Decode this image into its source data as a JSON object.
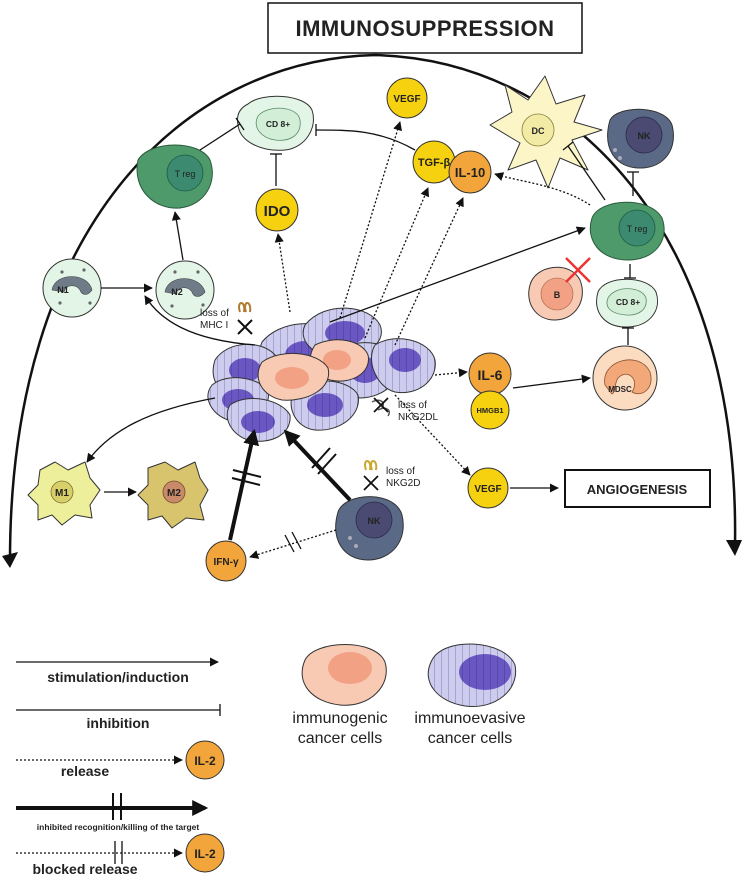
{
  "title": "IMMUNOSUPPRESSION",
  "angiogenesis": "ANGIOGENESIS",
  "cells": {
    "cd8_top": "CD 8+",
    "treg_left": "T reg",
    "n1": "N1",
    "n2": "N2",
    "dc": "DC",
    "nk_top": "NK",
    "treg_right": "T reg",
    "b": "B",
    "cd8_right": "CD 8+",
    "mdsc": "MDSC",
    "m1": "M1",
    "m2": "M2",
    "nk_bottom": "NK"
  },
  "factors": {
    "vegf_top": "VEGF",
    "ido": "IDO",
    "tgf": "TGF-β",
    "il10": "IL-10",
    "il6": "IL-6",
    "hmgb1": "HMGB1",
    "vegf_bottom": "VEGF",
    "ifn": "IFN-γ"
  },
  "annotations": {
    "mhc_line1": "loss of",
    "mhc_line2": "MHC I",
    "nkg2dl_line1": "loss of",
    "nkg2dl_line2": "NKG2DL",
    "nkg2d_line1": "loss of",
    "nkg2d_line2": "NKG2D"
  },
  "legend": {
    "stimulation": "stimulation/induction",
    "inhibition": "inhibition",
    "release": "release",
    "release_token": "IL-2",
    "inhibited_recognition": "inhibited recognition/killing of the target",
    "blocked_release": "blocked release",
    "blocked_token": "IL-2",
    "immunogenic_line1": "immunogenic",
    "immunogenic_line2": "cancer cells",
    "immunoevasive_line1": "immunoevasive",
    "immunoevasive_line2": "cancer cells"
  },
  "colors": {
    "treg": "#4e9a6a",
    "treg_nucleus": "#3c8a70",
    "cd8": "#e3f5e6",
    "nk": "#5a6a86",
    "nk_nucleus": "#4a4a72",
    "dc": "#fbf5c8",
    "yellow_factor": "#f5d10f",
    "orange_factor": "#f2a53a",
    "immunogenic": "#f8c9b3",
    "immunogenic_nucleus": "#f2a184",
    "immunoevasive": "#c6c5ea",
    "immunoevasive_nucleus": "#6a57c2",
    "m1": "#eeef9a",
    "m2": "#d7c46c"
  }
}
